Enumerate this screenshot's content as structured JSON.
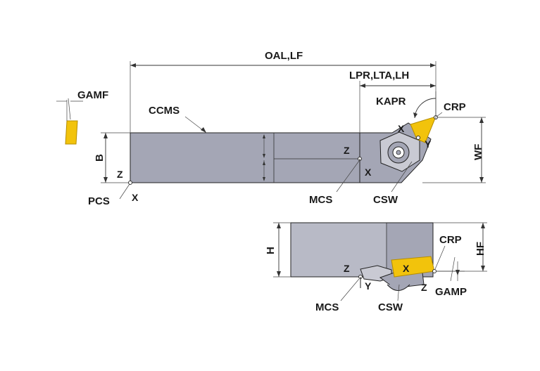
{
  "colors": {
    "body": "#a4a6b5",
    "body_shade": "#c9cad3",
    "insert": "#f2c30c",
    "insert_edge": "#b58d00",
    "line": "#222222"
  },
  "labels": {
    "gamf": "GAMF",
    "ccms": "CCMS",
    "b": "B",
    "pcs": "PCS",
    "oal_lf": "OAL,LF",
    "lpr_lta_lh": "LPR,LTA,LH",
    "kapr": "KAPR",
    "crp_top": "CRP",
    "wf": "WF",
    "mcs_top": "MCS",
    "csw_top": "CSW",
    "h": "H",
    "hf": "HF",
    "crp_bottom": "CRP",
    "mcs_bottom": "MCS",
    "csw_bottom": "CSW",
    "gamp": "GAMP"
  },
  "axes": {
    "pcs_z": "Z",
    "pcs_x": "X",
    "mcs_top_z": "Z",
    "mcs_top_x": "X",
    "csw_top_x": "X",
    "csw_top_y": "Y",
    "mcs_bottom_z": "Z",
    "mcs_bottom_y": "Y",
    "csw_bottom_x": "X",
    "csw_bottom_z": "Z"
  }
}
